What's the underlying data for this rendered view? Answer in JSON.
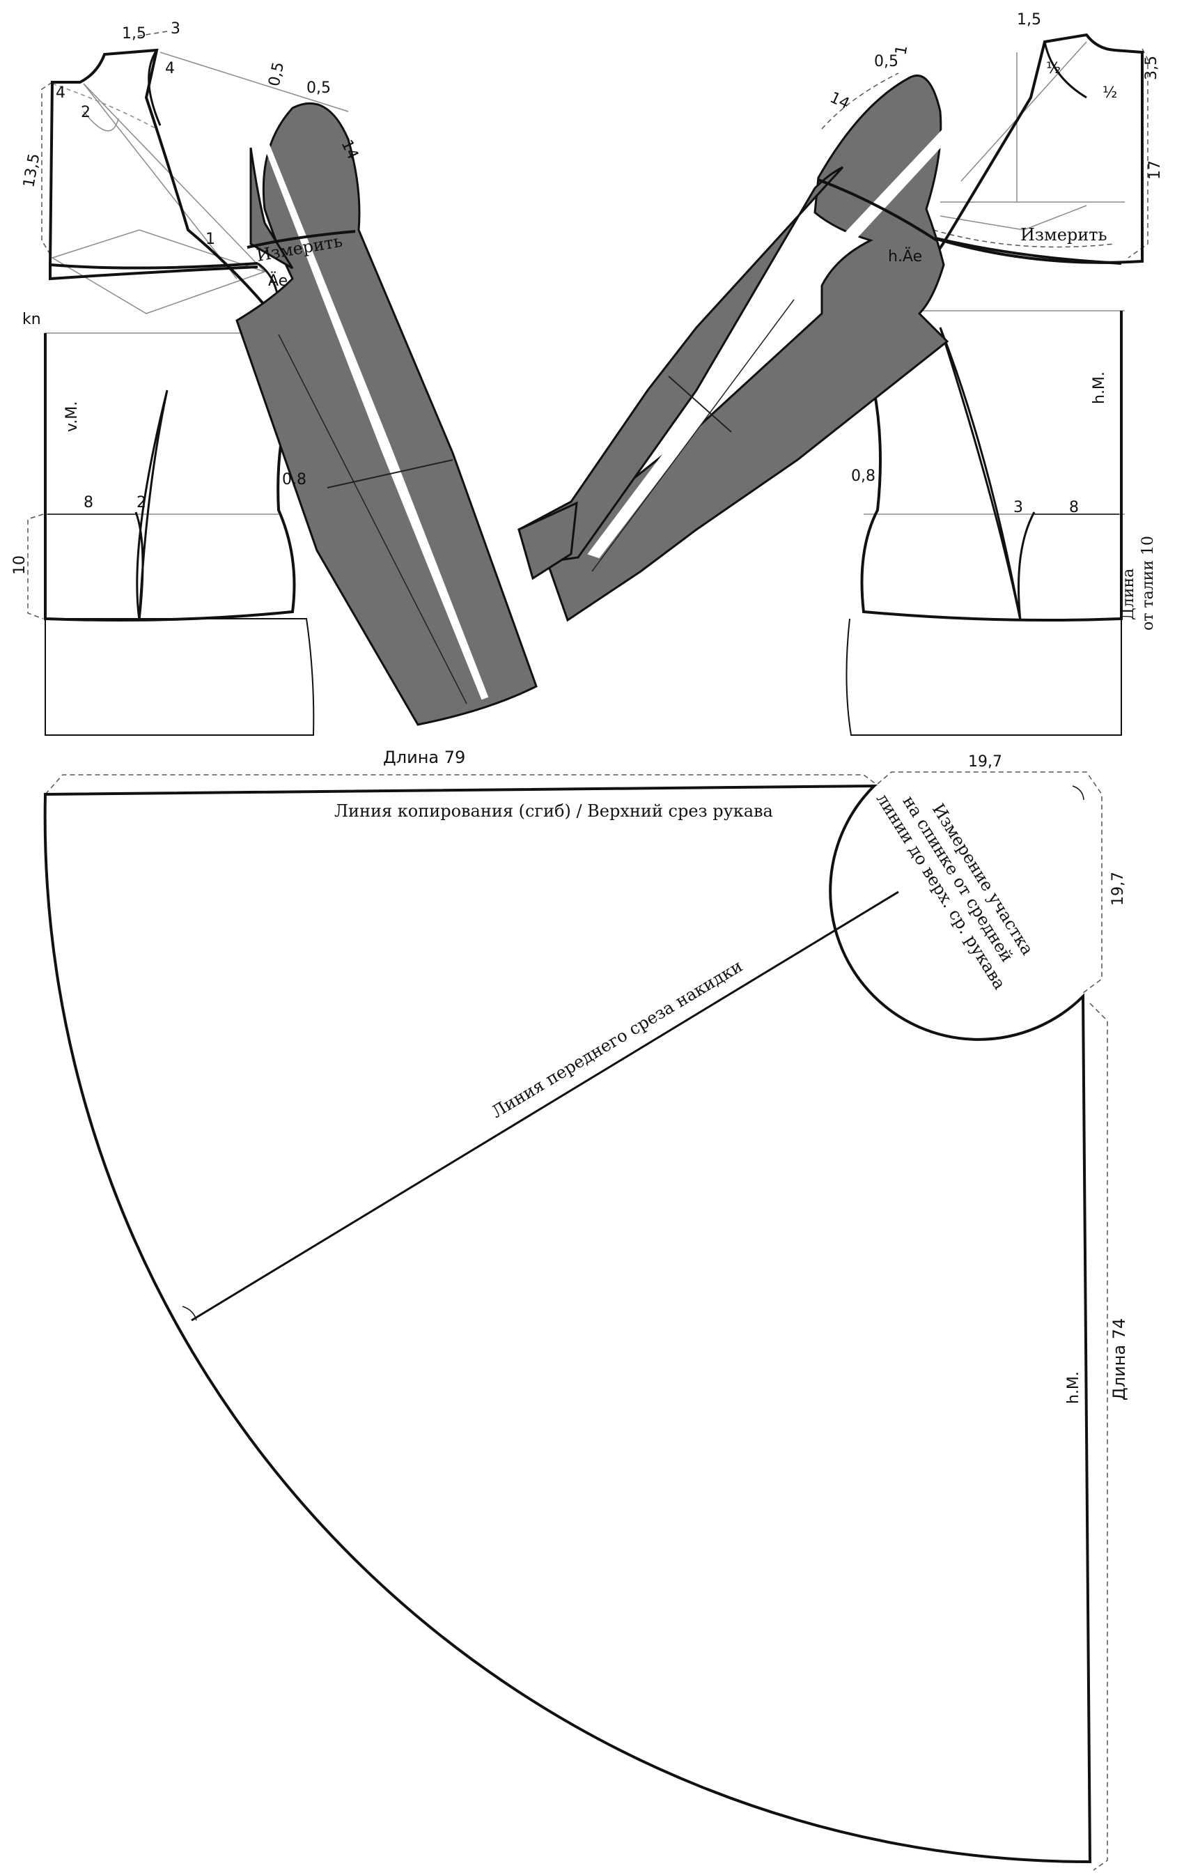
{
  "front_bodice": {
    "dims": {
      "d_1_5": "1,5",
      "d_3": "3",
      "d_4a": "4",
      "d_4b": "4",
      "d_2": "2",
      "d_13_5": "13,5",
      "d_0_5a": "0,5",
      "d_0_5b": "0,5",
      "d_14": "14",
      "d_1": "1",
      "d_8": "8",
      "d_2b": "2",
      "d_0_8": "0,8",
      "d_10": "10"
    },
    "labels": {
      "measure": "Измерить",
      "ae": "Äe",
      "kn": "kn",
      "v_m": "v.M."
    }
  },
  "back_bodice": {
    "dims": {
      "d_1_5": "1,5",
      "d_half_a": "½",
      "d_half_b": "½",
      "d_3_5": "3,5",
      "d_0_5": "0,5",
      "d_1": "1",
      "d_14": "14",
      "d_17": "17",
      "d_0_8": "0,8",
      "d_3": "3",
      "d_8": "8"
    },
    "labels": {
      "measure": "Измерить",
      "h_ae": "h.Äe",
      "h_m": "h.M.",
      "length_line1": "Длина",
      "length_line2": "от талии 10"
    }
  },
  "cape": {
    "length_top": "Длина 79",
    "dim_19_7_top": "19,7",
    "dim_19_7_side": "19,7",
    "fold_line": "Линия копирования (сгиб) / Верхний срез рукава",
    "front_edge_line": "Линия переднего среза накидки",
    "measure_note": [
      "Измерение участка",
      "на спинке от средней",
      "линии до верх. ср. рукава"
    ],
    "h_m": "h.M.",
    "length_side": "Длина 74"
  },
  "colors": {
    "ink": "#111111",
    "sleeve_fill": "#707070",
    "guide": "#8a8a8a"
  }
}
